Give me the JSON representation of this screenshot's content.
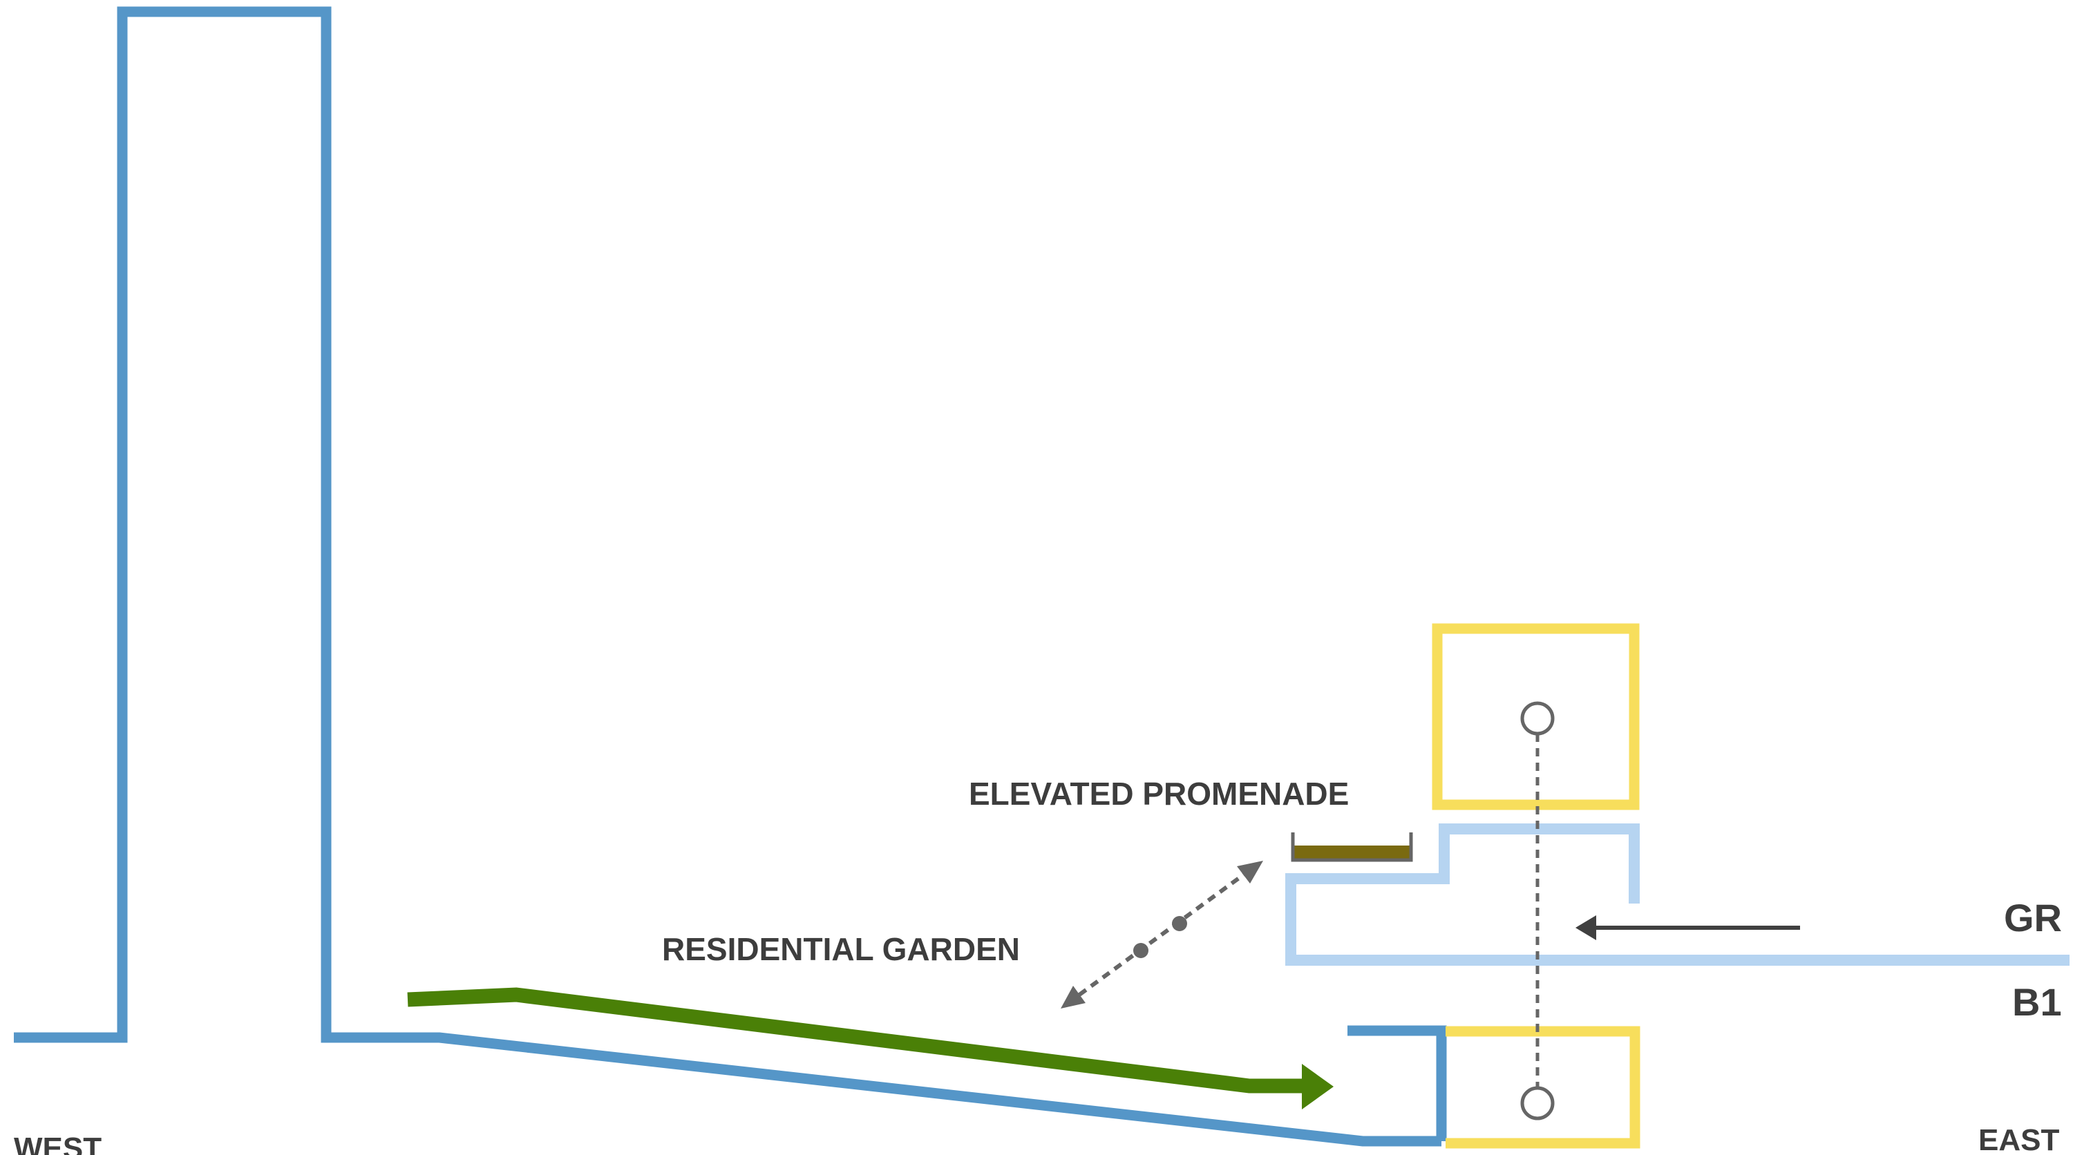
{
  "labels": {
    "west": "WEST",
    "east": "EAST",
    "residential_garden": "RESIDENTIAL GARDEN",
    "elevated_promenade": "ELEVATED PROMENADE",
    "gr": "GR",
    "b1": "B1"
  },
  "colors": {
    "building_outline": "#5596c8",
    "light_blue": "#b6d4f1",
    "green_path": "#4a8007",
    "yellow_box": "#f7de5c",
    "promenade_fill": "#7a6a10",
    "gray": "#666666",
    "dark_arrow": "#404040",
    "text": "#3d3d3d"
  },
  "icons": {
    "entry_arrow": "arrow-left-icon",
    "green_arrow": "arrow-right-icon",
    "node": "circle-icon",
    "bidirectional": "double-arrow-icon"
  }
}
